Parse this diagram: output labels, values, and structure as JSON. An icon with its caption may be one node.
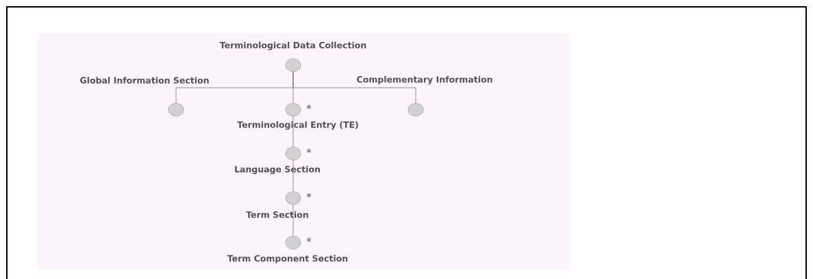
{
  "diagram": {
    "nodes": [
      {
        "text": [
          "Terminological Data Collection"
        ]
      },
      {
        "text": [
          "Global Information Section"
        ]
      },
      {
        "text": [
          "Terminological Entry (TE)"
        ],
        "beside": [
          "*"
        ]
      },
      {
        "text": [
          "Complementary Information"
        ]
      },
      {
        "text": [
          "Language Section"
        ],
        "beside": [
          "*"
        ]
      },
      {
        "text": [
          "Term Section"
        ],
        "beside": [
          "*"
        ]
      },
      {
        "text": [
          "Term Component Section"
        ],
        "beside": [
          "*"
        ]
      }
    ],
    "edges": [
      {
        "from": 0,
        "to": 1,
        "arrow": "none"
      },
      {
        "from": 0,
        "to": 2,
        "arrow": "none"
      },
      {
        "from": 0,
        "to": 3,
        "arrow": "none"
      },
      {
        "from": 2,
        "to": 4,
        "arrow": "none"
      },
      {
        "from": 4,
        "to": 5,
        "arrow": "none"
      },
      {
        "from": 5,
        "to": 6,
        "arrow": "none"
      }
    ]
  }
}
